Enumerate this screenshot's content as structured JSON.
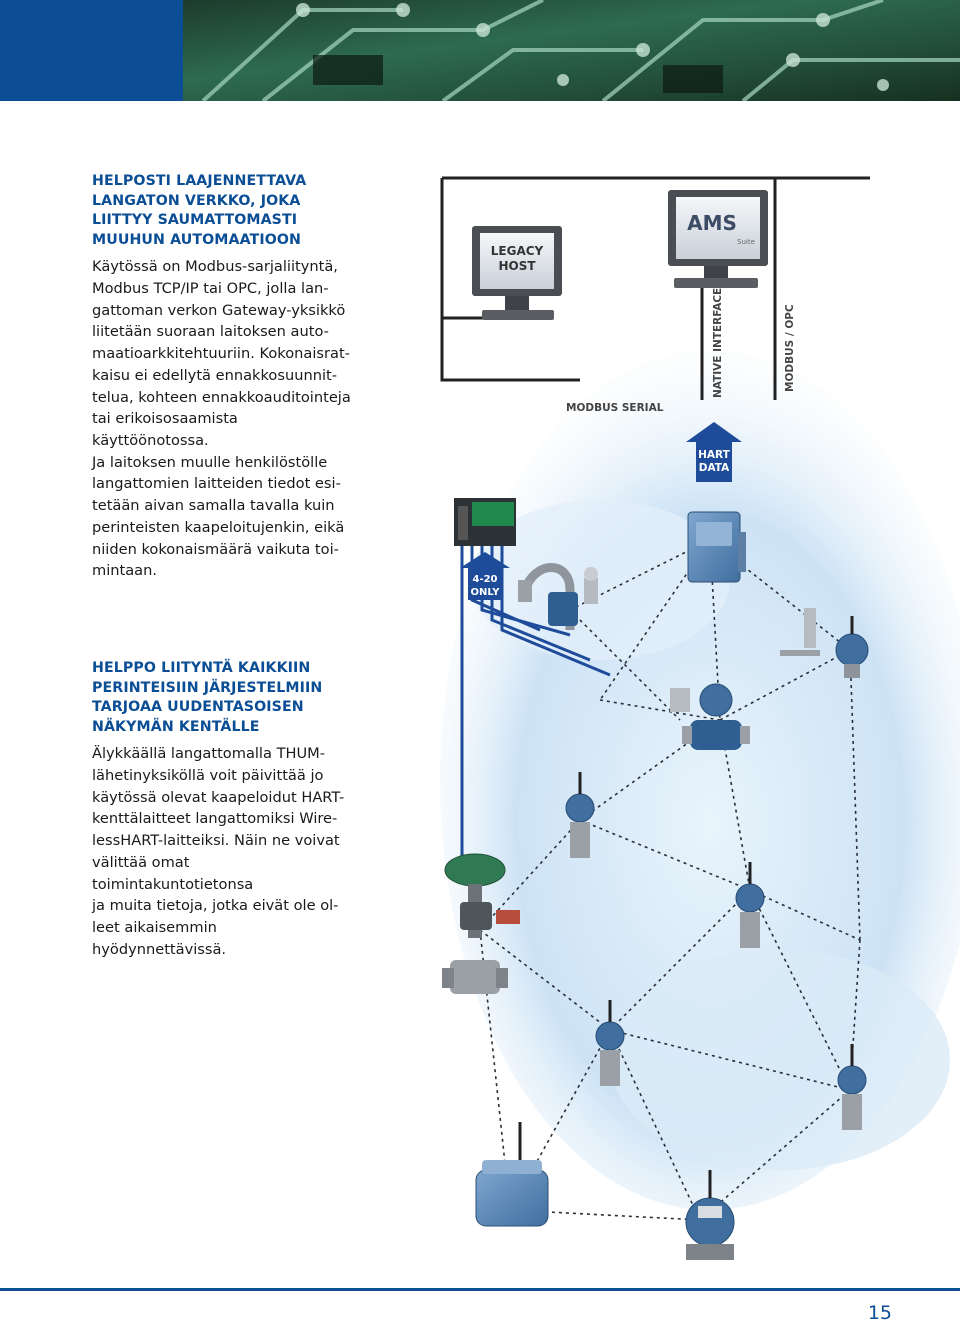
{
  "section1": {
    "heading": "HELPOSTI LAAJENNETTAVA\nLANGATON VERKKO, JOKA\nLIITTYY SAUMATTOMASTI\nMUUHUN AUTOMAATIOON",
    "body": "Käytössä on Modbus-sarjaliityntä,\nModbus TCP/IP tai OPC, jolla lan-\ngattoman verkon Gateway-yksikkö\nliitetään suoraan laitoksen auto-\nmaatioarkkitehtuuriin. Kokonaisrat-\nkaisu ei edellytä ennakkosuunnit-\ntelua, kohteen ennakkoauditointeja\ntai erikoisosaamista käyttöönotossa.\nJa laitoksen muulle henkilöstölle\nlangattomien laitteiden tiedot esi-\ntetään aivan samalla tavalla kuin\nperinteisten kaapeloitujenkin, eikä\nniiden kokonaismäärä vaikuta toi-\nmintaan."
  },
  "section2": {
    "heading": "HELPPO LIITYNTÄ KAIKKIIN\nPERINTEISIIN JÄRJESTELMIIN\nTARJOAA UUDENTASOISEN\nNÄKYMÄN KENTÄLLE",
    "body": "Älykkäällä langattomalla THUM-\nlähetinyksiköllä voit päivittää jo\nkäytössä olevat kaapeloidut HART-\nkenttälaitteet langattomiksi Wire-\nlessHART-laitteiksi. Näin ne voivat\nvälittää omat toimintakuntotietonsa\nja muita tietoja, jotka eivät ole ol-\nleet aikaisemmin hyödynnettävissä."
  },
  "diagram": {
    "legacy_line1": "LEGACY",
    "legacy_line2": "HOST",
    "ams_logo": "AMS",
    "ams_sub": "Suite",
    "modbus_serial": "MODBUS SERIAL",
    "native_interface": "NATIVE INTERFACE",
    "modbus_opc": "MODBUS / OPC",
    "hart_line1": "HART",
    "hart_line2": "DATA",
    "loop_line1": "4-20",
    "loop_line2": "ONLY"
  },
  "page_number": "15",
  "colors": {
    "brand_blue": "#0b4e96",
    "sky": "#cfe4f6",
    "monitor": "#4a4d52"
  }
}
